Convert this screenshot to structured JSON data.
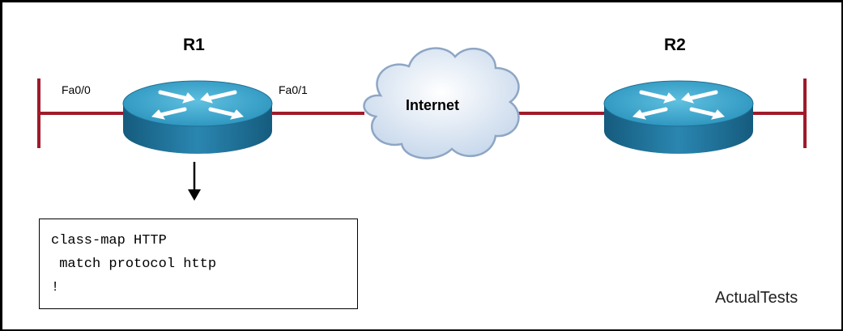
{
  "routers": {
    "r1": {
      "name": "R1"
    },
    "r2": {
      "name": "R2"
    }
  },
  "interfaces": {
    "r1_left": "Fa0/0",
    "r1_right": "Fa0/1"
  },
  "cloud": {
    "label": "Internet"
  },
  "config": {
    "lines": [
      "class-map HTTP",
      " match protocol http",
      "!"
    ]
  },
  "watermark": "ActualTests",
  "colors": {
    "link": "#a01a2a",
    "router_top": "#3aa3c9",
    "router_side": "#1c6f96",
    "cloud_fill": "#dfe9f4",
    "cloud_stroke": "#8ea6c4"
  }
}
